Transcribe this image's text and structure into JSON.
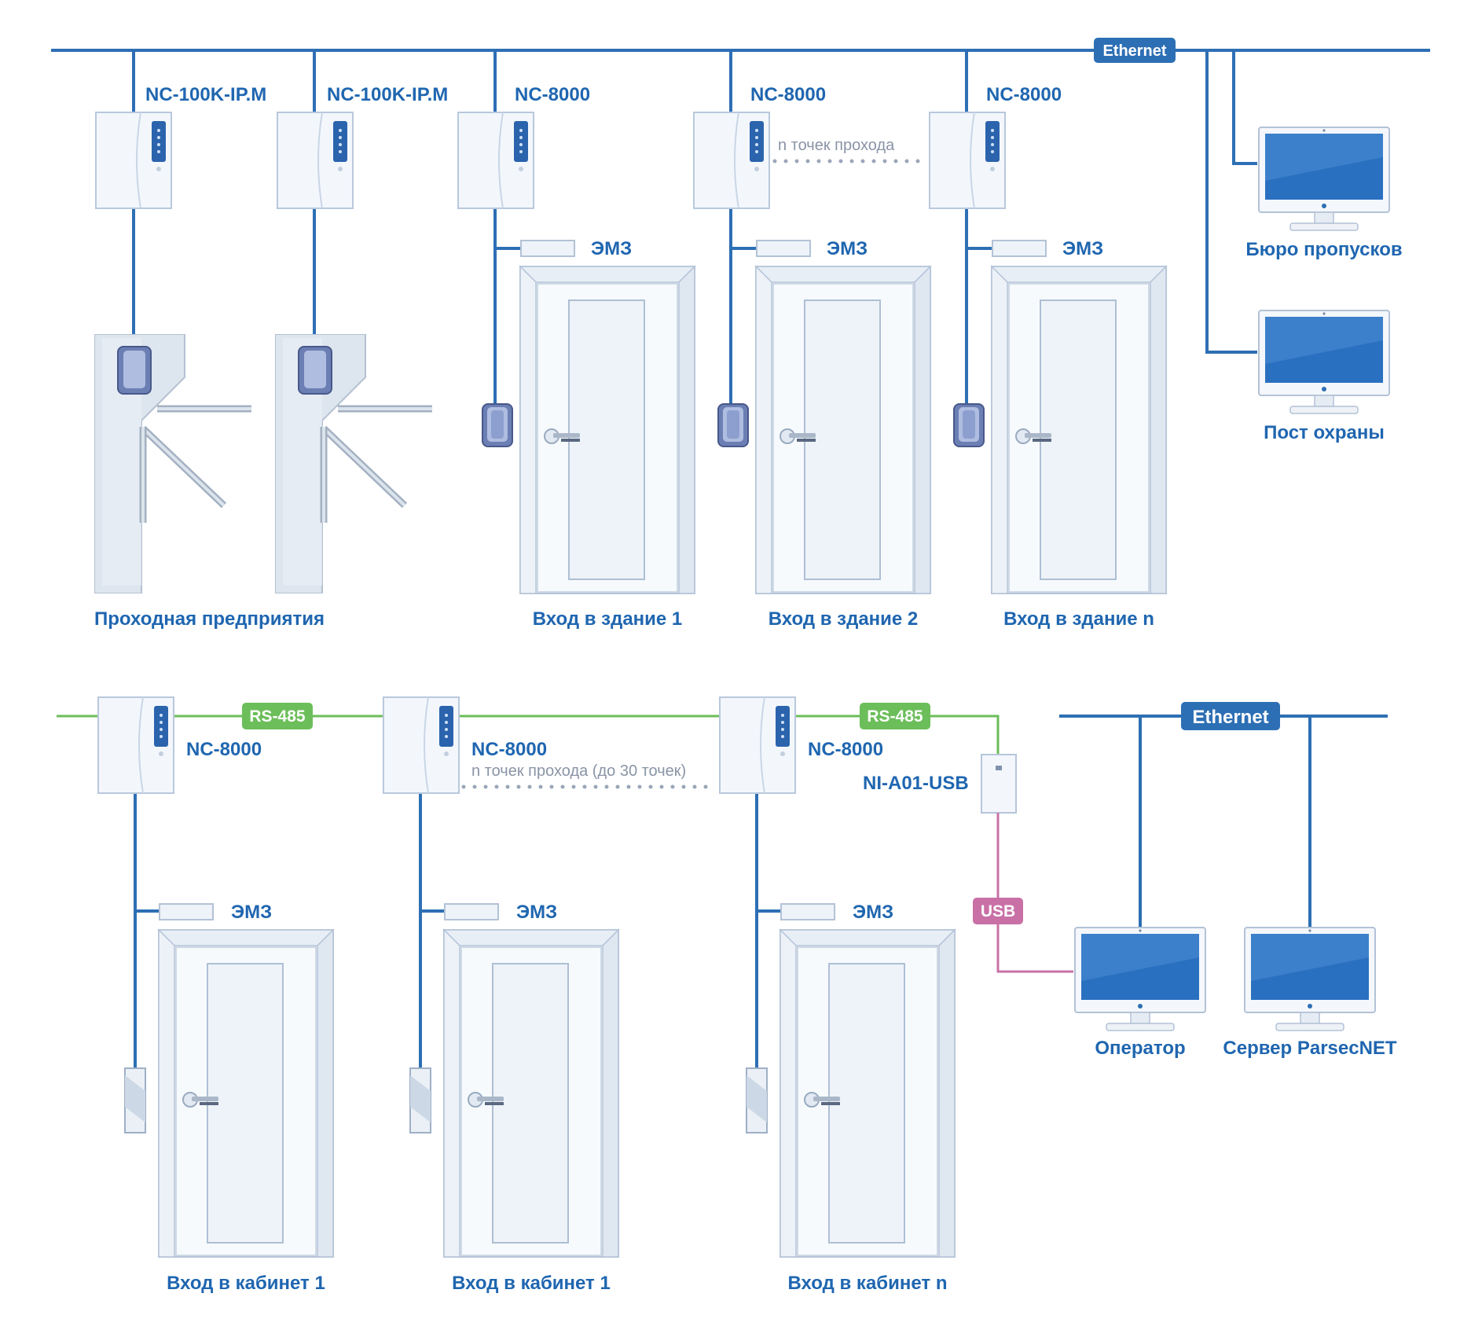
{
  "top": {
    "ethernet_tag": "Ethernet",
    "controllers": [
      {
        "model": "NC-100K-IP.M"
      },
      {
        "model": "NC-100K-IP.M"
      },
      {
        "model": "NC-8000"
      },
      {
        "model": "NC-8000"
      },
      {
        "model": "NC-8000"
      }
    ],
    "n_points_note": "n точек прохода",
    "lock_label": "ЭМЗ",
    "captions": {
      "turnstile": "Проходная предприятия",
      "entry1": "Вход в здание 1",
      "entry2": "Вход в здание 2",
      "entry_n": "Вход в здание n"
    },
    "pcs": {
      "pass_office": "Бюро пропусков",
      "guard_post": "Пост охраны"
    }
  },
  "bottom": {
    "rs485_tag": "RS-485",
    "ethernet_tag": "Ethernet",
    "usb_tag": "USB",
    "controllers": [
      {
        "model": "NC-8000"
      },
      {
        "model": "NC-8000"
      },
      {
        "model": "NC-8000"
      }
    ],
    "n_points_note": "n точек прохода (до 30 точек)",
    "interface": "NI-A01-USB",
    "lock_label": "ЭМЗ",
    "captions": {
      "office1a": "Вход в кабинет 1",
      "office1b": "Вход в кабинет 1",
      "office_n": "Вход в кабинет n"
    },
    "pcs": {
      "operator": "Оператор",
      "server": "Сервер ParsecNET"
    }
  },
  "colors": {
    "ethernet": "#2d6fb4",
    "rs485": "#6cbe5a",
    "usb": "#c970a6",
    "label": "#1f66b0"
  }
}
